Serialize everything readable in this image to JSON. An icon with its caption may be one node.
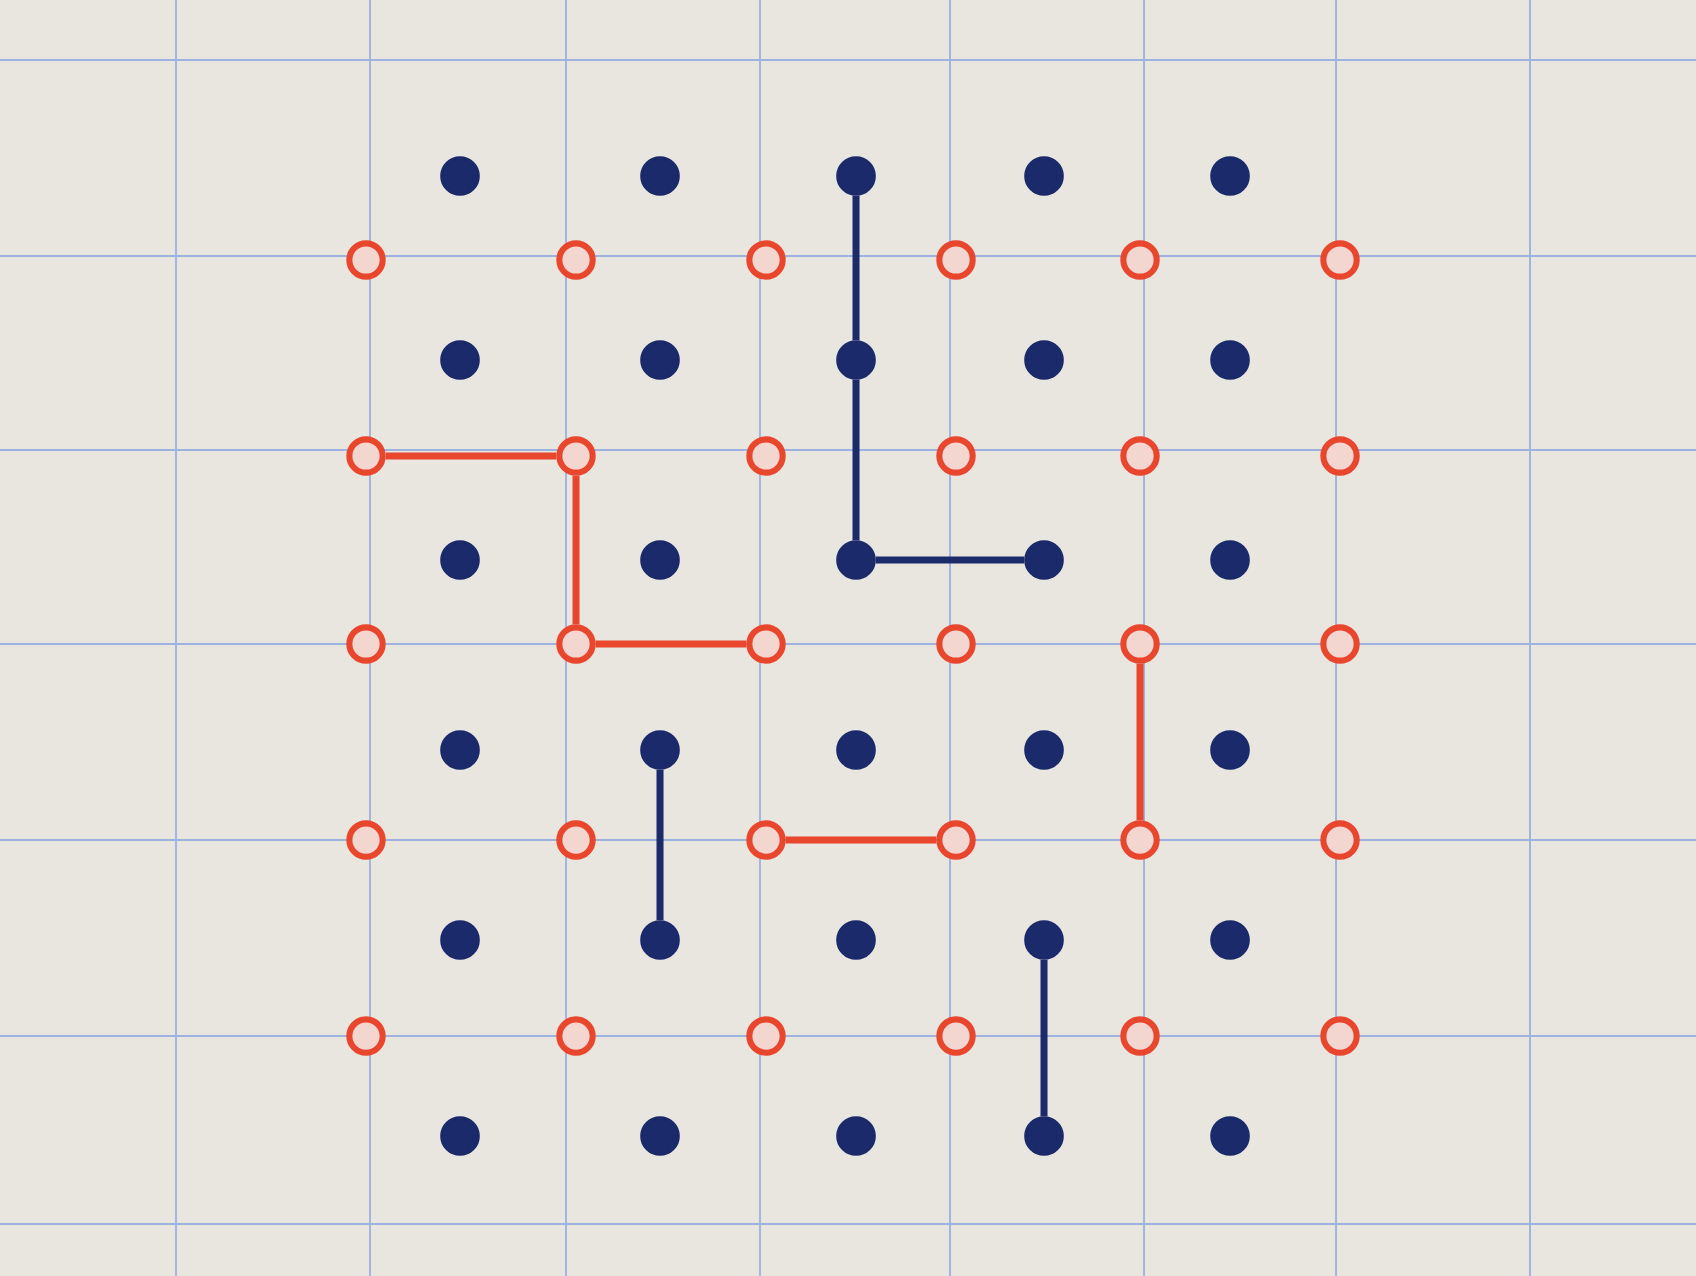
{
  "diagram": {
    "nodes": [
      {
        "text": [],
        "shape": "circle"
      },
      {
        "text": [],
        "shape": "circle"
      },
      {
        "text": [],
        "shape": "circle"
      },
      {
        "text": [],
        "shape": "circle"
      },
      {
        "text": [],
        "shape": "circle"
      },
      {
        "text": [],
        "shape": "circle"
      },
      {
        "text": [],
        "shape": "circle"
      },
      {
        "text": [],
        "shape": "circle"
      },
      {
        "text": [],
        "shape": "circle"
      },
      {
        "text": [],
        "shape": "circle"
      },
      {
        "text": [],
        "shape": "circle"
      },
      {
        "text": [],
        "shape": "circle"
      },
      {
        "text": [],
        "shape": "circle"
      },
      {
        "text": [],
        "shape": "circle"
      },
      {
        "text": [],
        "shape": "circle"
      },
      {
        "text": [],
        "shape": "circle"
      },
      {
        "text": [],
        "shape": "circle"
      },
      {
        "text": [],
        "shape": "circle"
      },
      {
        "text": [],
        "shape": "circle"
      },
      {
        "text": [],
        "shape": "circle"
      },
      {
        "text": [],
        "shape": "circle"
      },
      {
        "text": [],
        "shape": "circle"
      },
      {
        "text": [],
        "shape": "circle"
      },
      {
        "text": [],
        "shape": "circle"
      },
      {
        "text": [],
        "shape": "circle"
      },
      {
        "text": [],
        "shape": "circle"
      },
      {
        "text": [],
        "shape": "circle"
      },
      {
        "text": [],
        "shape": "circle"
      },
      {
        "text": [],
        "shape": "circle"
      },
      {
        "text": [],
        "shape": "circle"
      },
      {
        "text": [],
        "shape": "circle"
      },
      {
        "text": [],
        "shape": "circle"
      },
      {
        "text": [],
        "shape": "circle"
      },
      {
        "text": [],
        "shape": "circle"
      },
      {
        "text": [],
        "shape": "circle"
      },
      {
        "text": [],
        "shape": "circle"
      },
      {
        "text": [],
        "shape": "circle"
      },
      {
        "text": [],
        "shape": "circle"
      },
      {
        "text": [],
        "shape": "circle"
      },
      {
        "text": [],
        "shape": "circle"
      },
      {
        "text": [],
        "shape": "circle"
      },
      {
        "text": [],
        "shape": "circle"
      },
      {
        "text": [],
        "shape": "circle"
      },
      {
        "text": [],
        "shape": "circle"
      },
      {
        "text": [],
        "shape": "circle"
      },
      {
        "text": [],
        "shape": "circle"
      },
      {
        "text": [],
        "shape": "circle"
      },
      {
        "text": [],
        "shape": "circle"
      },
      {
        "text": [],
        "shape": "circle"
      },
      {
        "text": [],
        "shape": "circle"
      },
      {
        "text": [],
        "shape": "circle"
      },
      {
        "text": [],
        "shape": "circle"
      },
      {
        "text": [],
        "shape": "circle"
      },
      {
        "text": [],
        "shape": "circle"
      },
      {
        "text": [],
        "shape": "circle"
      },
      {
        "text": [],
        "shape": "circle"
      },
      {
        "text": [],
        "shape": "circle"
      },
      {
        "text": [],
        "shape": "circle"
      },
      {
        "text": [],
        "shape": "circle"
      },
      {
        "text": [],
        "shape": "circle"
      }
    ],
    "edges": [
      {
        "from": 2,
        "to": 13,
        "arrow": "none",
        "color": "#1b2a6b"
      },
      {
        "from": 13,
        "to": 24,
        "arrow": "none",
        "color": "#1b2a6b"
      },
      {
        "from": 24,
        "to": 25,
        "arrow": "none",
        "color": "#1b2a6b"
      },
      {
        "from": 34,
        "to": 45,
        "arrow": "none",
        "color": "#1b2a6b"
      },
      {
        "from": 47,
        "to": 58,
        "arrow": "none",
        "color": "#1b2a6b"
      },
      {
        "from": 16,
        "to": 17,
        "arrow": "none",
        "color": "#e8472e"
      },
      {
        "from": 17,
        "to": 28,
        "arrow": "none",
        "color": "#e8472e"
      },
      {
        "from": 28,
        "to": 29,
        "arrow": "none",
        "color": "#e8472e"
      },
      {
        "from": 40,
        "to": 41,
        "arrow": "none",
        "color": "#e8472e"
      },
      {
        "from": 31,
        "to": 42,
        "arrow": "none",
        "color": "#e8472e"
      }
    ]
  }
}
